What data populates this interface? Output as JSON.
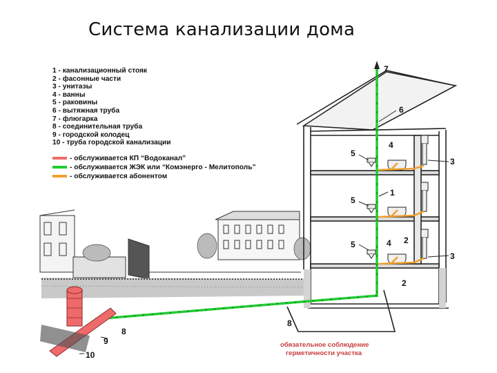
{
  "title": "Система канализации дома",
  "legend": {
    "items": [
      "1 - канализационный стояк",
      "2 - фасонные части",
      "3 - унитазы",
      "4 - ванны",
      "5 - раковины",
      "6 - вытяжная труба",
      "7 - флюгарка",
      "8 - соединительная труба",
      "9 - городской колодец",
      "10 - труба городской канализации"
    ],
    "service": [
      {
        "text": "- обслуживается КП “Водоканал”",
        "color": "#ef6a6a"
      },
      {
        "text": "- обслуживается ЖЭК или “Комэнерго - Мелитополь”",
        "color": "#22cc33"
      },
      {
        "text": "- обслуживается абонентом",
        "color": "#f0a030"
      }
    ]
  },
  "labels": {
    "l7": "7",
    "l6": "6",
    "l4a": "4",
    "l5a": "5",
    "l3a": "3",
    "l1": "1",
    "l5b": "5",
    "l2a": "2",
    "l4b": "4",
    "l5c": "5",
    "l3b": "3",
    "l2b": "2",
    "l8a": "8",
    "l8b": "8",
    "l9": "9",
    "l10": "10"
  },
  "note": {
    "line1": "обязательное соблюдение",
    "line2": "герметичности участка"
  },
  "colors": {
    "vodokanal": "#ef6a6a",
    "zhek": "#22cc33",
    "abonent": "#f0a030"
  }
}
